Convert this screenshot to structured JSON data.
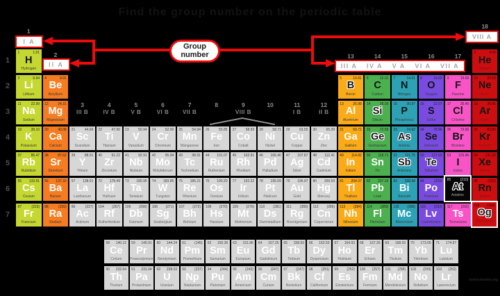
{
  "header": {
    "title": "Find the group number on the periodic table"
  },
  "callout": {
    "label": "Group number"
  },
  "labels": {
    "ia": "I A",
    "iia": "II A",
    "viiia": "VIII A"
  },
  "strip_labels": [
    "III A",
    "IV A",
    "V A",
    "VI A",
    "VII A"
  ],
  "top_numbers": {
    "n1": "1",
    "n2": "2",
    "n18": "18",
    "strip": [
      "13",
      "14",
      "15",
      "16",
      "17"
    ]
  },
  "b_numbers": [
    "3",
    "4",
    "5",
    "6",
    "7",
    "8",
    "9",
    "10",
    "11",
    "12"
  ],
  "b_labels": [
    {
      "t": "III B",
      "col": 3
    },
    {
      "t": "IV B",
      "col": 4
    },
    {
      "t": "V B",
      "col": 5
    },
    {
      "t": "VI B",
      "col": 6
    },
    {
      "t": "VII B",
      "col": 7
    },
    {
      "t": "VIII B",
      "col": 9
    },
    {
      "t": "I B",
      "col": 11
    },
    {
      "t": "II B",
      "col": 12
    }
  ],
  "periods": [
    "1",
    "2",
    "3",
    "4",
    "5",
    "6",
    "7"
  ],
  "colors": {
    "group1": "#c5d831",
    "group2": "#f57c21",
    "transition": "#d7d7d7",
    "group13": "#fbab18",
    "group14": "#4cb04f",
    "group15": "#2ea2b5",
    "group16": "#7a4be0",
    "group17": "#f954c7",
    "group18": "#cd0e10",
    "accent_red": "#ec0c0c",
    "black_cell": "#060606"
  },
  "watermark": "sciencenotes.org",
  "elements": [
    {
      "z": 1,
      "sym": "H",
      "name": "Hydrogen",
      "mass": "1.01",
      "g": 1,
      "p": 1,
      "bg": "g1",
      "tx": "dark"
    },
    {
      "z": 2,
      "sym": "He",
      "name": "Helium",
      "mass": "4.00",
      "g": 18,
      "p": 1,
      "bg": "g18",
      "tx": "dark"
    },
    {
      "z": 3,
      "sym": "Li",
      "name": "Lithium",
      "mass": "6.94",
      "g": 1,
      "p": 2,
      "bg": "g1",
      "tx": "light"
    },
    {
      "z": 4,
      "sym": "Be",
      "name": "Beryllium",
      "mass": "9.01",
      "g": 2,
      "p": 2,
      "bg": "g2",
      "tx": "light"
    },
    {
      "z": 5,
      "sym": "B",
      "name": "Boron",
      "mass": "10.81",
      "g": 13,
      "p": 2,
      "bg": "g13",
      "tx": "outline"
    },
    {
      "z": 6,
      "sym": "C",
      "name": "Carbon",
      "mass": "12.01",
      "g": 14,
      "p": 2,
      "bg": "g14",
      "tx": "dark"
    },
    {
      "z": 7,
      "sym": "N",
      "name": "Nitrogen",
      "mass": "14.01",
      "g": 15,
      "p": 2,
      "bg": "g15",
      "tx": "dark"
    },
    {
      "z": 8,
      "sym": "O",
      "name": "Oxygen",
      "mass": "16.00",
      "g": 16,
      "p": 2,
      "bg": "g16",
      "tx": "dark"
    },
    {
      "z": 9,
      "sym": "F",
      "name": "Fluorine",
      "mass": "19.00",
      "g": 17,
      "p": 2,
      "bg": "g17",
      "tx": "dark"
    },
    {
      "z": 10,
      "sym": "Ne",
      "name": "Neon",
      "mass": "20.18",
      "g": 18,
      "p": 2,
      "bg": "g18",
      "tx": "dark"
    },
    {
      "z": 11,
      "sym": "Na",
      "name": "Sodium",
      "mass": "22.99",
      "g": 1,
      "p": 3,
      "bg": "g1",
      "tx": "light"
    },
    {
      "z": 12,
      "sym": "Mg",
      "name": "Magnesium",
      "mass": "24.31",
      "g": 2,
      "p": 3,
      "bg": "g2",
      "tx": "light"
    },
    {
      "z": 13,
      "sym": "Al",
      "name": "Aluminum",
      "mass": "26.98",
      "g": 13,
      "p": 3,
      "bg": "g13",
      "tx": "light"
    },
    {
      "z": 14,
      "sym": "Si",
      "name": "Silicon",
      "mass": "28.09",
      "g": 14,
      "p": 3,
      "bg": "g14",
      "tx": "outline"
    },
    {
      "z": 15,
      "sym": "P",
      "name": "Phosphorus",
      "mass": "30.97",
      "g": 15,
      "p": 3,
      "bg": "g15",
      "tx": "dark"
    },
    {
      "z": 16,
      "sym": "S",
      "name": "Sulfur",
      "mass": "32.07",
      "g": 16,
      "p": 3,
      "bg": "g16",
      "tx": "dark"
    },
    {
      "z": 17,
      "sym": "Cl",
      "name": "Chlorine",
      "mass": "35.45",
      "g": 17,
      "p": 3,
      "bg": "g17",
      "tx": "dark"
    },
    {
      "z": 18,
      "sym": "Ar",
      "name": "Argon",
      "mass": "39.95",
      "g": 18,
      "p": 3,
      "bg": "g18",
      "tx": "dark"
    },
    {
      "z": 19,
      "sym": "K",
      "name": "Potassium",
      "mass": "39.10",
      "g": 1,
      "p": 4,
      "bg": "g1",
      "tx": "light"
    },
    {
      "z": 20,
      "sym": "Ca",
      "name": "Calcium",
      "mass": "40.08",
      "g": 2,
      "p": 4,
      "bg": "g2",
      "tx": "light"
    },
    {
      "z": 21,
      "sym": "Sc",
      "name": "Scandium",
      "mass": "44.96",
      "g": 3,
      "p": 4,
      "bg": "tm",
      "tx": "light"
    },
    {
      "z": 22,
      "sym": "Ti",
      "name": "Titanium",
      "mass": "47.90",
      "g": 4,
      "p": 4,
      "bg": "tm",
      "tx": "light"
    },
    {
      "z": 23,
      "sym": "V",
      "name": "Vanadium",
      "mass": "50.94",
      "g": 5,
      "p": 4,
      "bg": "tm",
      "tx": "light"
    },
    {
      "z": 24,
      "sym": "Cr",
      "name": "Chromium",
      "mass": "52.00",
      "g": 6,
      "p": 4,
      "bg": "tm",
      "tx": "light"
    },
    {
      "z": 25,
      "sym": "Mn",
      "name": "Manganese",
      "mass": "54.94",
      "g": 7,
      "p": 4,
      "bg": "tm",
      "tx": "light"
    },
    {
      "z": 26,
      "sym": "Fe",
      "name": "Iron",
      "mass": "55.85",
      "g": 8,
      "p": 4,
      "bg": "tm",
      "tx": "light"
    },
    {
      "z": 27,
      "sym": "Co",
      "name": "Cobalt",
      "mass": "58.93",
      "g": 9,
      "p": 4,
      "bg": "tm",
      "tx": "light"
    },
    {
      "z": 28,
      "sym": "Ni",
      "name": "Nickel",
      "mass": "58.71",
      "g": 10,
      "p": 4,
      "bg": "tm",
      "tx": "light"
    },
    {
      "z": 29,
      "sym": "Cu",
      "name": "Copper",
      "mass": "63.55",
      "g": 11,
      "p": 4,
      "bg": "tm",
      "tx": "light"
    },
    {
      "z": 30,
      "sym": "Zn",
      "name": "Zinc",
      "mass": "65.39",
      "g": 12,
      "p": 4,
      "bg": "tm",
      "tx": "light"
    },
    {
      "z": 31,
      "sym": "Ga",
      "name": "Gallium",
      "mass": "69.72",
      "g": 13,
      "p": 4,
      "bg": "g13",
      "tx": "light"
    },
    {
      "z": 32,
      "sym": "Ge",
      "name": "Germanium",
      "mass": "72.59",
      "g": 14,
      "p": 4,
      "bg": "g14",
      "tx": "outline"
    },
    {
      "z": 33,
      "sym": "As",
      "name": "Arsenic",
      "mass": "74.92",
      "g": 15,
      "p": 4,
      "bg": "g15",
      "tx": "outline"
    },
    {
      "z": 34,
      "sym": "Se",
      "name": "Selenium",
      "mass": "78.96",
      "g": 16,
      "p": 4,
      "bg": "g16",
      "tx": "dark"
    },
    {
      "z": 35,
      "sym": "Br",
      "name": "Bromine",
      "mass": "79.90",
      "g": 17,
      "p": 4,
      "bg": "g17",
      "tx": "dark"
    },
    {
      "z": 36,
      "sym": "Kr",
      "name": "Krypton",
      "mass": "83.80",
      "g": 18,
      "p": 4,
      "bg": "g18",
      "tx": "dark"
    },
    {
      "z": 37,
      "sym": "Rb",
      "name": "Rubidium",
      "mass": "85.47",
      "g": 1,
      "p": 5,
      "bg": "g1",
      "tx": "light"
    },
    {
      "z": 38,
      "sym": "Sr",
      "name": "Strontium",
      "mass": "87.62",
      "g": 2,
      "p": 5,
      "bg": "g2",
      "tx": "light"
    },
    {
      "z": 39,
      "sym": "Y",
      "name": "Yttrium",
      "mass": "88.91",
      "g": 3,
      "p": 5,
      "bg": "tm",
      "tx": "light"
    },
    {
      "z": 40,
      "sym": "Zr",
      "name": "Zirconium",
      "mass": "91.22",
      "g": 4,
      "p": 5,
      "bg": "tm",
      "tx": "light"
    },
    {
      "z": 41,
      "sym": "Nb",
      "name": "Niobium",
      "mass": "92.91",
      "g": 5,
      "p": 5,
      "bg": "tm",
      "tx": "light"
    },
    {
      "z": 42,
      "sym": "Mo",
      "name": "Molybdenum",
      "mass": "95.94",
      "g": 6,
      "p": 5,
      "bg": "tm",
      "tx": "light"
    },
    {
      "z": 43,
      "sym": "Tc",
      "name": "Technetium",
      "mass": "98.91",
      "g": 7,
      "p": 5,
      "bg": "tm",
      "tx": "light"
    },
    {
      "z": 44,
      "sym": "Ru",
      "name": "Ruthenium",
      "mass": "101.07",
      "g": 8,
      "p": 5,
      "bg": "tm",
      "tx": "light"
    },
    {
      "z": 45,
      "sym": "Rh",
      "name": "Rhodium",
      "mass": "102.91",
      "g": 9,
      "p": 5,
      "bg": "tm",
      "tx": "light"
    },
    {
      "z": 46,
      "sym": "Pd",
      "name": "Palladium",
      "mass": "106.40",
      "g": 10,
      "p": 5,
      "bg": "tm",
      "tx": "light"
    },
    {
      "z": 47,
      "sym": "Ag",
      "name": "Silver",
      "mass": "107.87",
      "g": 11,
      "p": 5,
      "bg": "tm",
      "tx": "light"
    },
    {
      "z": 48,
      "sym": "Cd",
      "name": "Cadmium",
      "mass": "112.41",
      "g": 12,
      "p": 5,
      "bg": "tm",
      "tx": "light"
    },
    {
      "z": 49,
      "sym": "In",
      "name": "Indium",
      "mass": "114.82",
      "g": 13,
      "p": 5,
      "bg": "g13",
      "tx": "light"
    },
    {
      "z": 50,
      "sym": "Sn",
      "name": "Tin",
      "mass": "118.71",
      "g": 14,
      "p": 5,
      "bg": "g14",
      "tx": "light"
    },
    {
      "z": 51,
      "sym": "Sb",
      "name": "Antimony",
      "mass": "121.75",
      "g": 15,
      "p": 5,
      "bg": "g15",
      "tx": "outline"
    },
    {
      "z": 52,
      "sym": "Te",
      "name": "Tellurium",
      "mass": "127.60",
      "g": 16,
      "p": 5,
      "bg": "g16",
      "tx": "outline"
    },
    {
      "z": 53,
      "sym": "I",
      "name": "Iodine",
      "mass": "126.90",
      "g": 17,
      "p": 5,
      "bg": "g17",
      "tx": "dark"
    },
    {
      "z": 54,
      "sym": "Xe",
      "name": "Xenon",
      "mass": "131.30",
      "g": 18,
      "p": 5,
      "bg": "g18",
      "tx": "dark"
    },
    {
      "z": 55,
      "sym": "Cs",
      "name": "Cesium",
      "mass": "132.91",
      "g": 1,
      "p": 6,
      "bg": "g1",
      "tx": "light"
    },
    {
      "z": 56,
      "sym": "Ba",
      "name": "Barium",
      "mass": "137.33",
      "g": 2,
      "p": 6,
      "bg": "g2",
      "tx": "light"
    },
    {
      "z": 57,
      "sym": "La",
      "name": "Lanthanum",
      "mass": "138.91",
      "g": 3,
      "p": 6,
      "bg": "tm",
      "tx": "light"
    },
    {
      "z": 72,
      "sym": "Hf",
      "name": "Hafnium",
      "mass": "178.49",
      "g": 4,
      "p": 6,
      "bg": "tm",
      "tx": "light"
    },
    {
      "z": 73,
      "sym": "Ta",
      "name": "Tantalum",
      "mass": "180.95",
      "g": 5,
      "p": 6,
      "bg": "tm",
      "tx": "light"
    },
    {
      "z": 74,
      "sym": "W",
      "name": "Tungsten",
      "mass": "183.85",
      "g": 6,
      "p": 6,
      "bg": "tm",
      "tx": "light"
    },
    {
      "z": 75,
      "sym": "Re",
      "name": "Rhenium",
      "mass": "186.21",
      "g": 7,
      "p": 6,
      "bg": "tm",
      "tx": "light"
    },
    {
      "z": 76,
      "sym": "Os",
      "name": "Osmium",
      "mass": "190.20",
      "g": 8,
      "p": 6,
      "bg": "tm",
      "tx": "light"
    },
    {
      "z": 77,
      "sym": "Ir",
      "name": "Iridium",
      "mass": "192.22",
      "g": 9,
      "p": 6,
      "bg": "tm",
      "tx": "light"
    },
    {
      "z": 78,
      "sym": "Pt",
      "name": "Platinum",
      "mass": "195.09",
      "g": 10,
      "p": 6,
      "bg": "tm",
      "tx": "light"
    },
    {
      "z": 79,
      "sym": "Au",
      "name": "Gold",
      "mass": "196.97",
      "g": 11,
      "p": 6,
      "bg": "tm",
      "tx": "light"
    },
    {
      "z": 80,
      "sym": "Hg",
      "name": "Mercury",
      "mass": "200.59",
      "g": 12,
      "p": 6,
      "bg": "tm",
      "tx": "light"
    },
    {
      "z": 81,
      "sym": "Tl",
      "name": "Thallium",
      "mass": "204.37",
      "g": 13,
      "p": 6,
      "bg": "g13",
      "tx": "light"
    },
    {
      "z": 82,
      "sym": "Pb",
      "name": "Lead",
      "mass": "207.20",
      "g": 14,
      "p": 6,
      "bg": "g14",
      "tx": "light"
    },
    {
      "z": 83,
      "sym": "Bi",
      "name": "Bismuth",
      "mass": "208.98",
      "g": 15,
      "p": 6,
      "bg": "g15",
      "tx": "light"
    },
    {
      "z": 84,
      "sym": "Po",
      "name": "Polonium",
      "mass": "(209)",
      "g": 16,
      "p": 6,
      "bg": "g16",
      "tx": "light"
    },
    {
      "z": 85,
      "sym": "At",
      "name": "Astatine",
      "mass": "(210)",
      "g": 17,
      "p": 6,
      "bg": "black",
      "tx": "outline",
      "raised": true
    },
    {
      "z": 86,
      "sym": "Rn",
      "name": "Radon",
      "mass": "(222)",
      "g": 18,
      "p": 6,
      "bg": "g18",
      "tx": "dark"
    },
    {
      "z": 87,
      "sym": "Fr",
      "name": "Francium",
      "mass": "(223)",
      "g": 1,
      "p": 7,
      "bg": "g1",
      "tx": "light"
    },
    {
      "z": 88,
      "sym": "Ra",
      "name": "Radium",
      "mass": "(226)",
      "g": 2,
      "p": 7,
      "bg": "g2",
      "tx": "light"
    },
    {
      "z": 89,
      "sym": "Ac",
      "name": "Actinium",
      "mass": "(227)",
      "g": 3,
      "p": 7,
      "bg": "tm",
      "tx": "light"
    },
    {
      "z": 104,
      "sym": "Rf",
      "name": "Rutherfordium",
      "mass": "(267)",
      "g": 4,
      "p": 7,
      "bg": "tm",
      "tx": "light"
    },
    {
      "z": 105,
      "sym": "Db",
      "name": "Dubnium",
      "mass": "(268)",
      "g": 5,
      "p": 7,
      "bg": "tm",
      "tx": "light"
    },
    {
      "z": 106,
      "sym": "Sg",
      "name": "Seaborgium",
      "mass": "(271)",
      "g": 6,
      "p": 7,
      "bg": "tm",
      "tx": "light"
    },
    {
      "z": 107,
      "sym": "Bh",
      "name": "Bohrium",
      "mass": "(272)",
      "g": 7,
      "p": 7,
      "bg": "tm",
      "tx": "light"
    },
    {
      "z": 108,
      "sym": "Hs",
      "name": "Hassium",
      "mass": "(270)",
      "g": 8,
      "p": 7,
      "bg": "tm",
      "tx": "light"
    },
    {
      "z": 109,
      "sym": "Mt",
      "name": "Meitnerium",
      "mass": "(276)",
      "g": 9,
      "p": 7,
      "bg": "tm",
      "tx": "light"
    },
    {
      "z": 110,
      "sym": "Ds",
      "name": "Darmstadtium",
      "mass": "(281)",
      "g": 10,
      "p": 7,
      "bg": "tm",
      "tx": "light"
    },
    {
      "z": 111,
      "sym": "Rg",
      "name": "Roentgenium",
      "mass": "(280)",
      "g": 11,
      "p": 7,
      "bg": "tm",
      "tx": "light"
    },
    {
      "z": 112,
      "sym": "Cn",
      "name": "Copernicium",
      "mass": "(285)",
      "g": 12,
      "p": 7,
      "bg": "tm",
      "tx": "light"
    },
    {
      "z": 113,
      "sym": "Nh",
      "name": "Nihonium",
      "mass": "(284)",
      "g": 13,
      "p": 7,
      "bg": "g13",
      "tx": "light"
    },
    {
      "z": 114,
      "sym": "Fl",
      "name": "Flerovium",
      "mass": "(289)",
      "g": 14,
      "p": 7,
      "bg": "g14",
      "tx": "light"
    },
    {
      "z": 115,
      "sym": "Mc",
      "name": "Moscovium",
      "mass": "(288)",
      "g": 15,
      "p": 7,
      "bg": "g15",
      "tx": "light"
    },
    {
      "z": 116,
      "sym": "Lv",
      "name": "Livermorium",
      "mass": "(293)",
      "g": 16,
      "p": 7,
      "bg": "g16",
      "tx": "light"
    },
    {
      "z": 117,
      "sym": "Ts",
      "name": "Tennessine",
      "mass": "(292)",
      "g": 17,
      "p": 7,
      "bg": "g17",
      "tx": "light"
    },
    {
      "z": 118,
      "sym": "Og",
      "name": "Oganesson",
      "mass": "(294)",
      "g": 18,
      "p": 7,
      "bg": "g18",
      "tx": "outline",
      "raised": true
    }
  ],
  "lanthanides": [
    {
      "z": 58,
      "sym": "Ce",
      "name": "Cerium",
      "mass": "140.12",
      "bg": "tm",
      "tx": "light"
    },
    {
      "z": 59,
      "sym": "Pr",
      "name": "Praseodymium",
      "mass": "140.91",
      "bg": "tm",
      "tx": "light"
    },
    {
      "z": 60,
      "sym": "Nd",
      "name": "Neodymium",
      "mass": "144.24",
      "bg": "tm",
      "tx": "light"
    },
    {
      "z": 61,
      "sym": "Pm",
      "name": "Promethium",
      "mass": "(145)",
      "bg": "tm",
      "tx": "light"
    },
    {
      "z": 62,
      "sym": "Sm",
      "name": "Samarium",
      "mass": "150.36",
      "bg": "tm",
      "tx": "light"
    },
    {
      "z": 63,
      "sym": "Eu",
      "name": "Europium",
      "mass": "151.96",
      "bg": "tm",
      "tx": "light"
    },
    {
      "z": 64,
      "sym": "Gd",
      "name": "Gadolinium",
      "mass": "157.25",
      "bg": "tm",
      "tx": "light"
    },
    {
      "z": 65,
      "sym": "Tb",
      "name": "Terbium",
      "mass": "158.93",
      "bg": "tm",
      "tx": "light"
    },
    {
      "z": 66,
      "sym": "Dy",
      "name": "Dysprosium",
      "mass": "162.50",
      "bg": "tm",
      "tx": "light"
    },
    {
      "z": 67,
      "sym": "Ho",
      "name": "Holmium",
      "mass": "164.93",
      "bg": "tm",
      "tx": "light"
    },
    {
      "z": 68,
      "sym": "Er",
      "name": "Erbium",
      "mass": "167.26",
      "bg": "tm",
      "tx": "light"
    },
    {
      "z": 69,
      "sym": "Tm",
      "name": "Thulium",
      "mass": "168.93",
      "bg": "tm",
      "tx": "light"
    },
    {
      "z": 70,
      "sym": "Yb",
      "name": "Ytterbium",
      "mass": "173.05",
      "bg": "tm",
      "tx": "light"
    },
    {
      "z": 71,
      "sym": "Lu",
      "name": "Lutetium",
      "mass": "174.97",
      "bg": "tm",
      "tx": "light"
    }
  ],
  "actinides": [
    {
      "z": 90,
      "sym": "Th",
      "name": "Thorium",
      "mass": "232.04",
      "bg": "tm",
      "tx": "light"
    },
    {
      "z": 91,
      "sym": "Pa",
      "name": "Protactinium",
      "mass": "231.04",
      "bg": "tm",
      "tx": "light"
    },
    {
      "z": 92,
      "sym": "U",
      "name": "Uranium",
      "mass": "238.03",
      "bg": "tm",
      "tx": "light"
    },
    {
      "z": 93,
      "sym": "Np",
      "name": "Neptunium",
      "mass": "(237)",
      "bg": "tm",
      "tx": "light"
    },
    {
      "z": 94,
      "sym": "Pu",
      "name": "Plutonium",
      "mass": "(244)",
      "bg": "tm",
      "tx": "light"
    },
    {
      "z": 95,
      "sym": "Am",
      "name": "Americium",
      "mass": "(243)",
      "bg": "tm",
      "tx": "light"
    },
    {
      "z": 96,
      "sym": "Cm",
      "name": "Curium",
      "mass": "(247)",
      "bg": "tm",
      "tx": "light"
    },
    {
      "z": 97,
      "sym": "Bk",
      "name": "Berkelium",
      "mass": "(247)",
      "bg": "tm",
      "tx": "light"
    },
    {
      "z": 98,
      "sym": "Cf",
      "name": "Californium",
      "mass": "(251)",
      "bg": "tm",
      "tx": "light"
    },
    {
      "z": 99,
      "sym": "Es",
      "name": "Einsteinium",
      "mass": "(252)",
      "bg": "tm",
      "tx": "light"
    },
    {
      "z": 100,
      "sym": "Fm",
      "name": "Fermium",
      "mass": "(257)",
      "bg": "tm",
      "tx": "light"
    },
    {
      "z": 101,
      "sym": "Md",
      "name": "Mendelevium",
      "mass": "(258)",
      "bg": "tm",
      "tx": "light"
    },
    {
      "z": 102,
      "sym": "No",
      "name": "Nobelium",
      "mass": "(259)",
      "bg": "tm",
      "tx": "light"
    },
    {
      "z": 103,
      "sym": "Lr",
      "name": "Lawrencium",
      "mass": "(262)",
      "bg": "tm",
      "tx": "light"
    }
  ]
}
